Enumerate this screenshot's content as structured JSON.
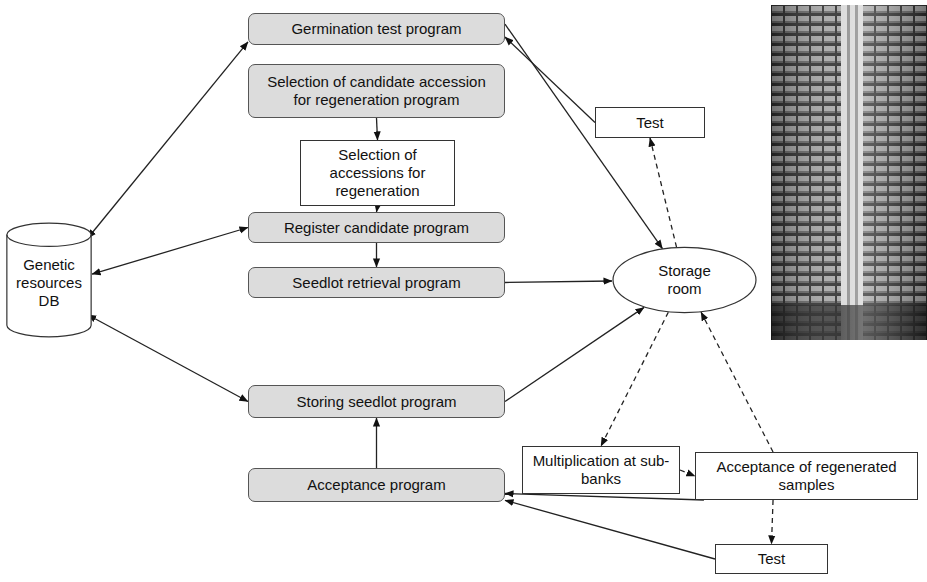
{
  "diagram": {
    "nodes": [
      {
        "text": [
          "Genetic resources DB"
        ]
      },
      {
        "text": [
          "Germination test program"
        ]
      },
      {
        "text": [
          "Selection of candidate accession for regeneration program"
        ]
      },
      {
        "text": [
          "Selection of accessions for regeneration"
        ]
      },
      {
        "text": [
          "Register candidate program"
        ]
      },
      {
        "text": [
          "Seedlot retrieval program"
        ]
      },
      {
        "text": [
          "Storing seedlot program"
        ]
      },
      {
        "text": [
          "Acceptance program"
        ]
      },
      {
        "text": [
          "Test"
        ]
      },
      {
        "text": [
          "Storage room"
        ]
      },
      {
        "text": [
          "Multiplication at sub-banks"
        ]
      },
      {
        "text": [
          "Acceptance of regenerated samples"
        ]
      },
      {
        "text": [
          "Test"
        ]
      }
    ],
    "edges": [
      {
        "from": 0,
        "to": 1,
        "arrow": "both"
      },
      {
        "from": 0,
        "to": 4,
        "arrow": "both"
      },
      {
        "from": 0,
        "to": 6,
        "arrow": "both"
      },
      {
        "from": 2,
        "to": 3,
        "arrow": "to"
      },
      {
        "from": 3,
        "to": 4,
        "arrow": "to"
      },
      {
        "from": 4,
        "to": 5,
        "arrow": "to"
      },
      {
        "from": 5,
        "to": 9,
        "arrow": "to"
      },
      {
        "from": 1,
        "to": 9,
        "arrow": "to"
      },
      {
        "from": 8,
        "to": 1,
        "arrow": "to"
      },
      {
        "from": 9,
        "to": 8,
        "arrow": "to"
      },
      {
        "from": 6,
        "to": 9,
        "arrow": "to"
      },
      {
        "from": 7,
        "to": 6,
        "arrow": "to"
      },
      {
        "from": 9,
        "to": 10,
        "arrow": "to"
      },
      {
        "from": 10,
        "to": 11,
        "arrow": "to"
      },
      {
        "from": 11,
        "to": 9,
        "arrow": "to"
      },
      {
        "from": 11,
        "to": 7,
        "arrow": "to"
      },
      {
        "from": 12,
        "to": 7,
        "arrow": "to"
      },
      {
        "from": 11,
        "to": 12,
        "arrow": "to"
      }
    ]
  }
}
